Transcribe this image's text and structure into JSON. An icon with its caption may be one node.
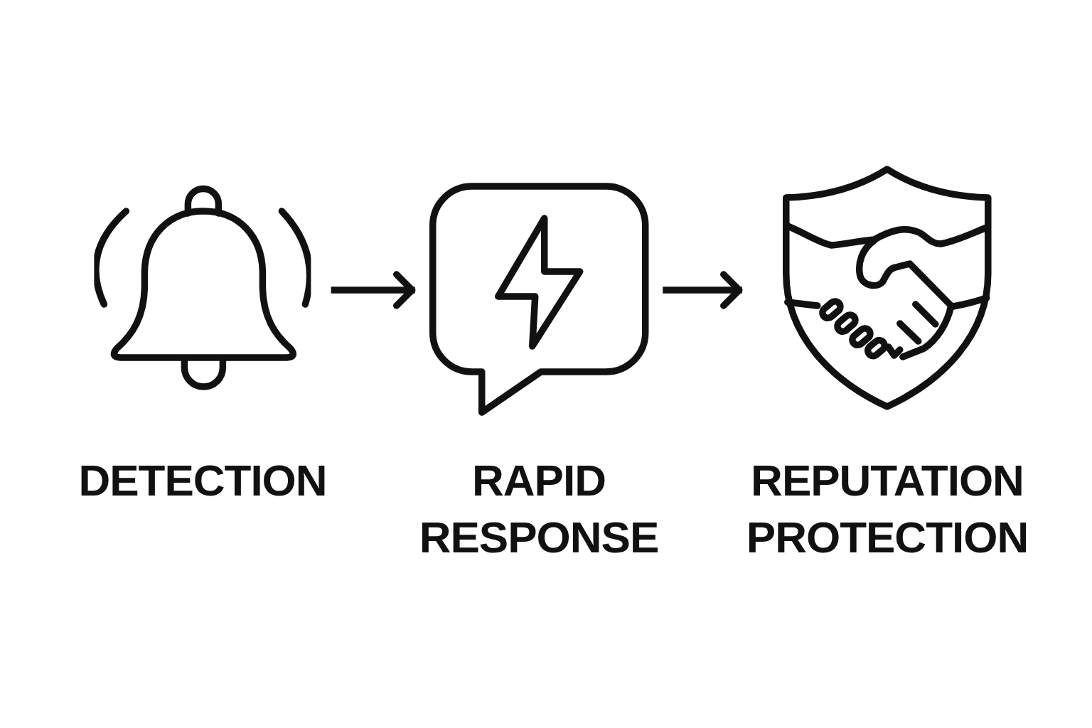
{
  "diagram": {
    "nodes": [
      {
        "text": [
          "DETECTION"
        ]
      },
      {
        "text": [
          "RAPID RESPONSE"
        ]
      },
      {
        "text": [
          "REPUTATION PROTECTION"
        ]
      }
    ],
    "edges": [
      {
        "from": 0,
        "to": 1,
        "arrow": "to"
      },
      {
        "from": 1,
        "to": 2,
        "arrow": "to"
      }
    ]
  }
}
